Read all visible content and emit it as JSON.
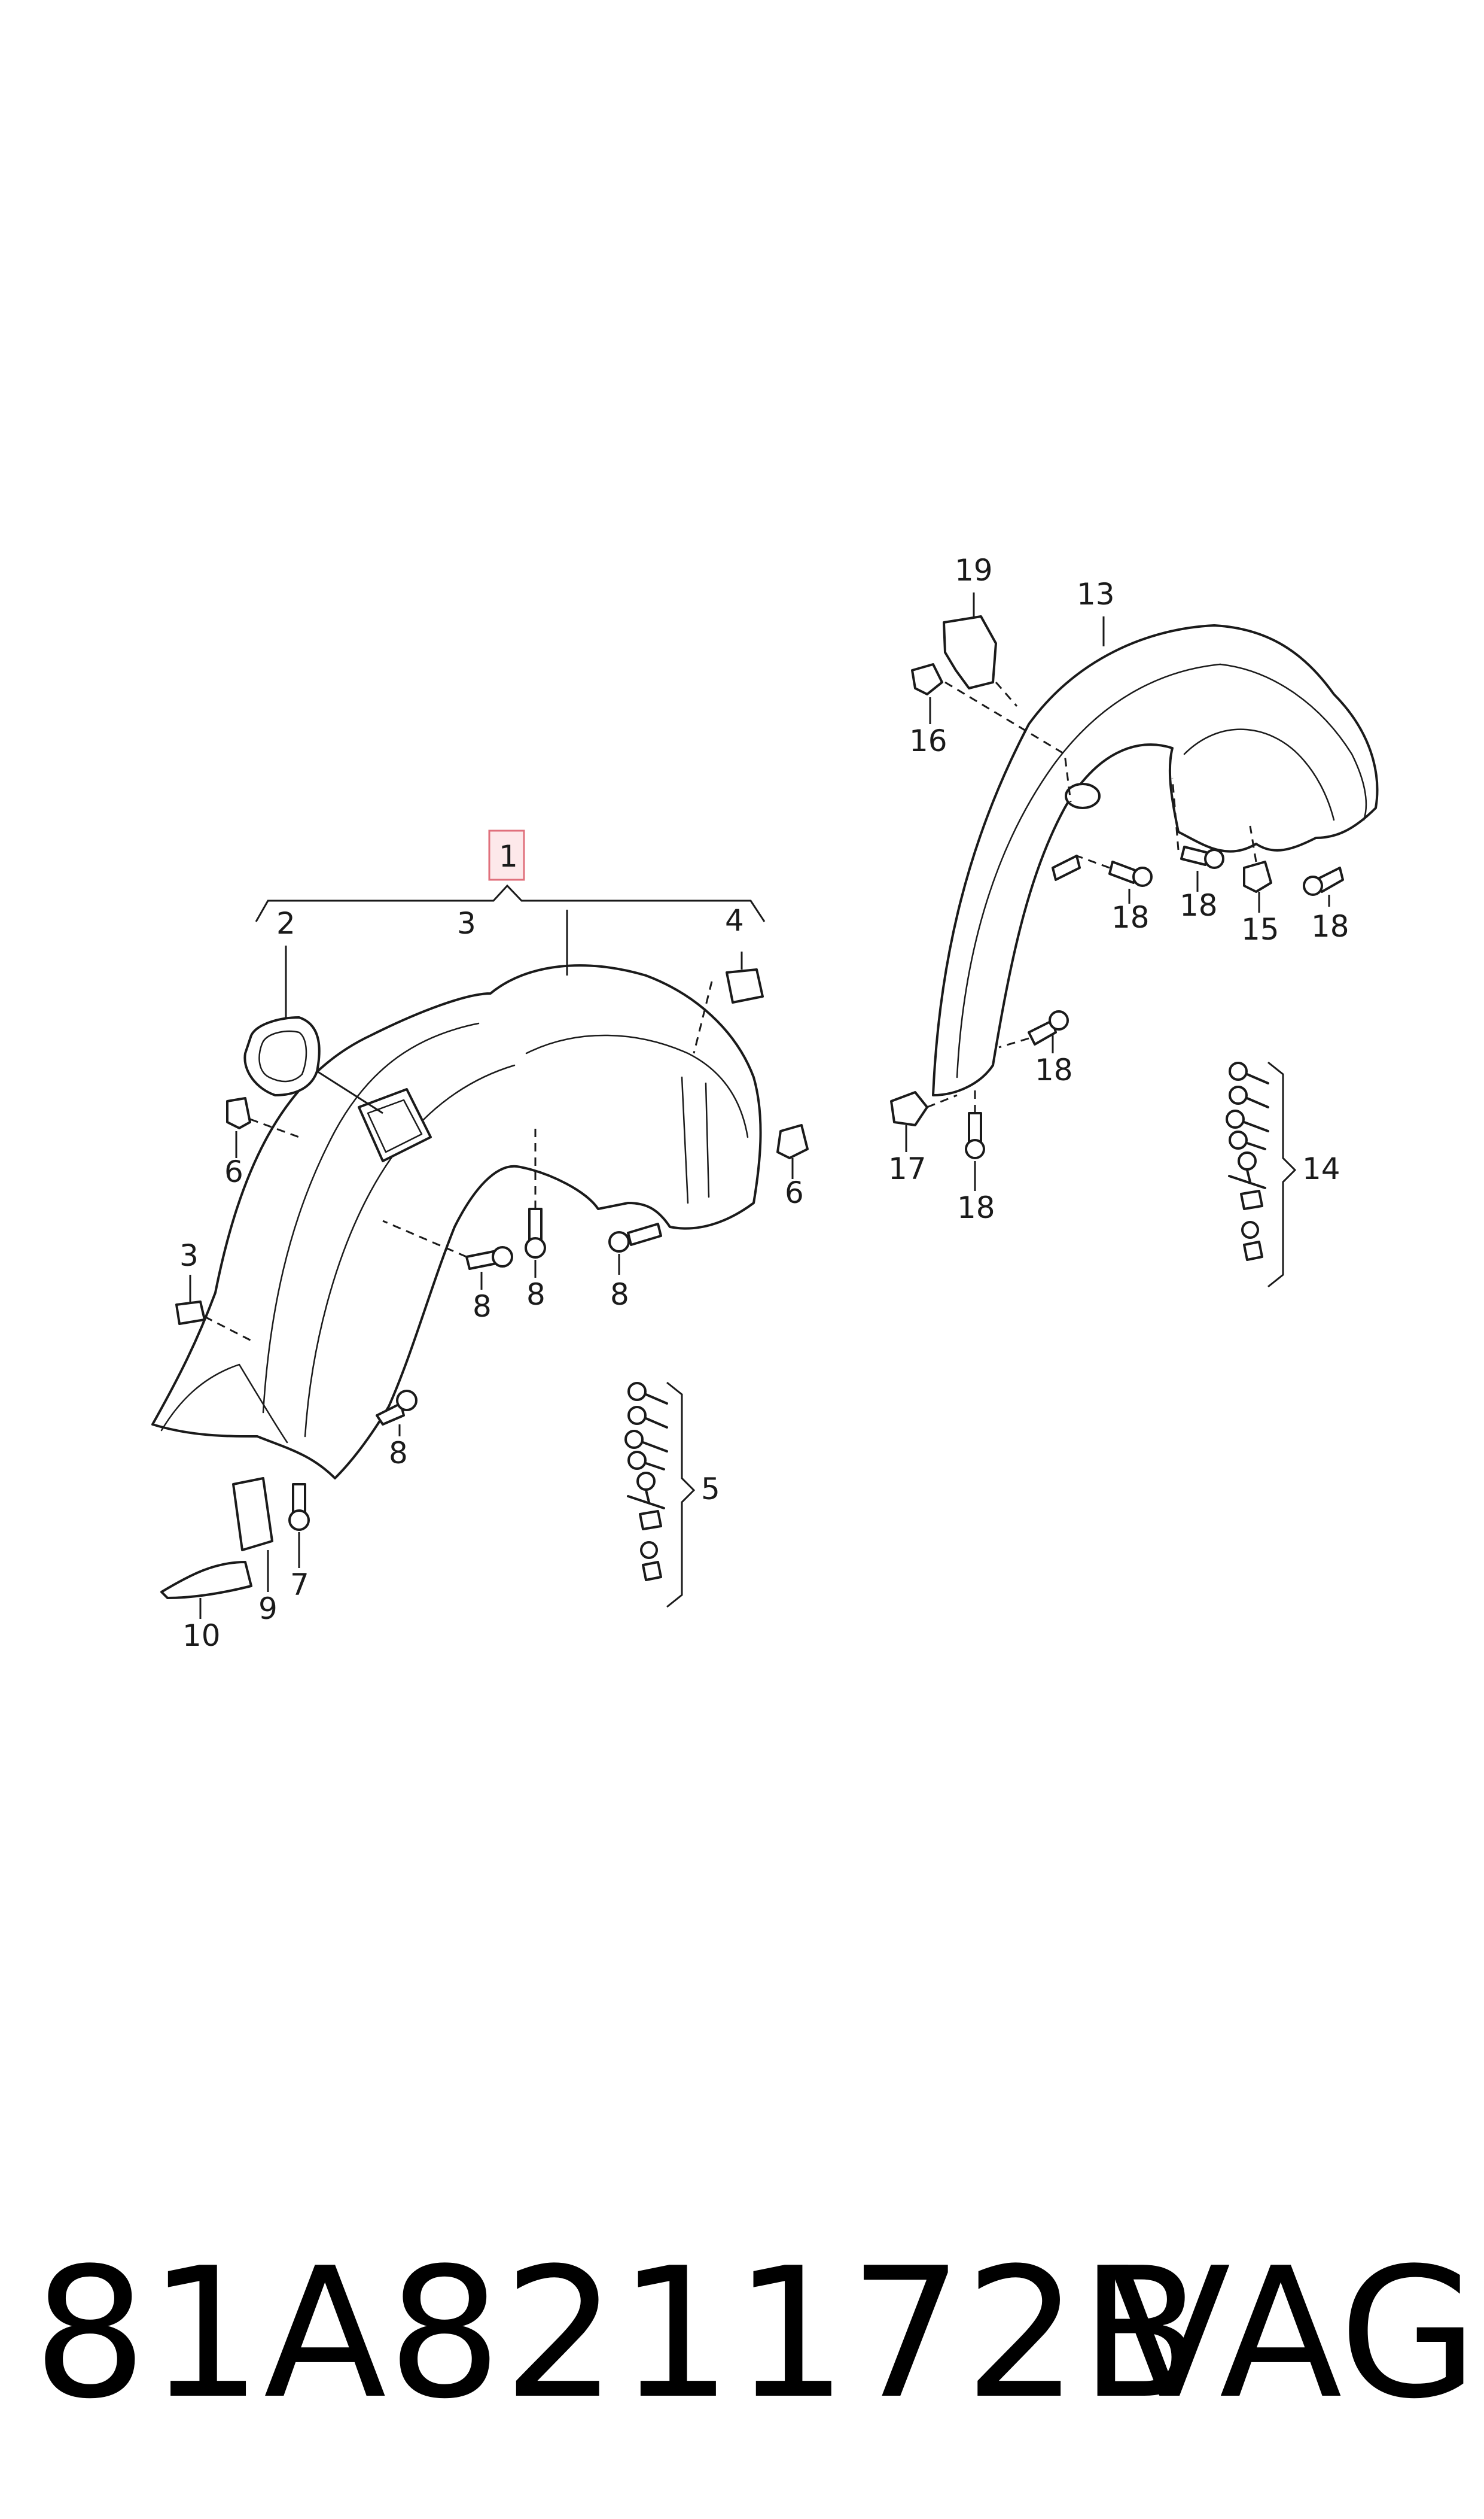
{
  "labels": {
    "l1": "1",
    "l2": "2",
    "l3a": "3",
    "l3b": "3",
    "l4": "4",
    "l5": "5",
    "l6a": "6",
    "l6b": "6",
    "l7": "7",
    "l8a": "8",
    "l8b": "8",
    "l8c": "8",
    "l8d": "8",
    "l9": "9",
    "l10": "10",
    "l13": "13",
    "l14": "14",
    "l15": "15",
    "l16": "16",
    "l17": "17",
    "l18a": "18",
    "l18b": "18",
    "l18c": "18",
    "l18d": "18",
    "l18e": "18",
    "l19": "19"
  },
  "footer": {
    "part_number": "81A821172B",
    "brand": "VAG"
  },
  "colors": {
    "line": "#1a1a1a",
    "highlight_fill": "#fde8ea",
    "highlight_stroke": "#e0707c"
  }
}
